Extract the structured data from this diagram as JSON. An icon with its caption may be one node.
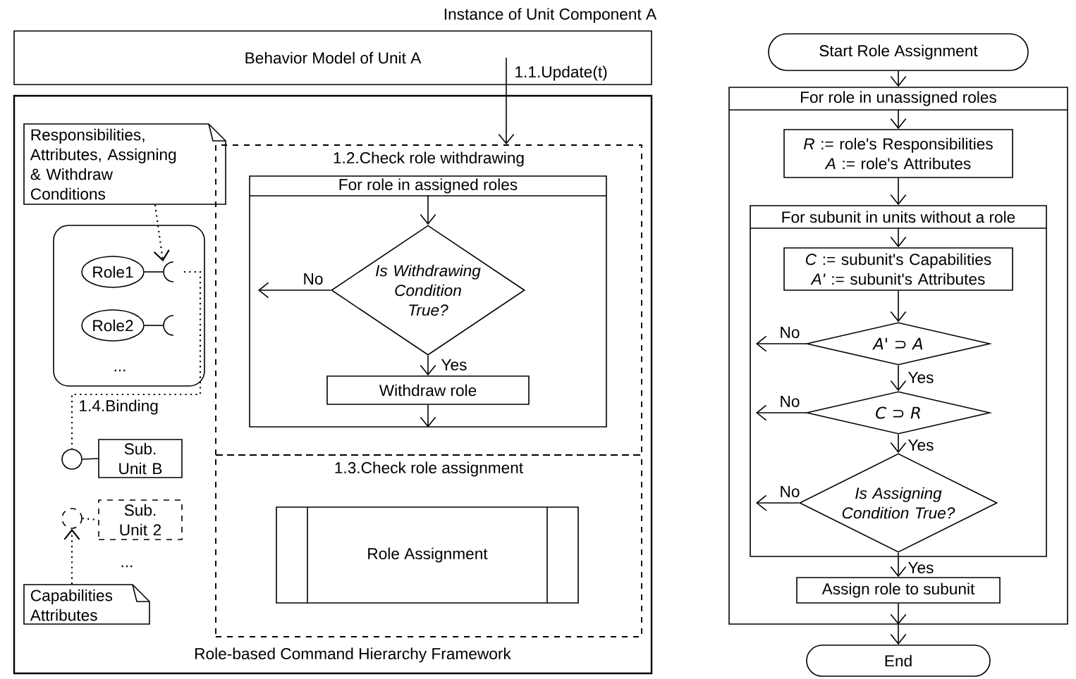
{
  "diagram": {
    "title": "Instance of Unit Component A",
    "nodes": [
      {
        "text": [
          "Behavior Model of Unit A"
        ]
      },
      {
        "text": [
          "Role-based Command Hierarchy Framework"
        ]
      },
      {
        "text": [
          "Responsibilities, Attributes, Assigning & Withdraw Conditions"
        ],
        "in": 1
      },
      {
        "text": [
          "1.2.Check role withdrawing"
        ],
        "in": 1
      },
      {
        "text": [
          "For role in assigned roles"
        ],
        "in": 3
      },
      {
        "text": [
          "Is Withdrawing Condition True?"
        ],
        "in": 4
      },
      {
        "text": [
          "Withdraw role"
        ],
        "in": 4
      },
      {
        "text": [
          "1.3.Check role assignment"
        ],
        "in": 1
      },
      {
        "text": [
          "Role Assignment"
        ],
        "in": 7
      },
      {
        "text": [
          "..."
        ],
        "in": 1
      },
      {
        "text": [
          "Role1"
        ],
        "in": 9
      },
      {
        "text": [
          "Role2"
        ],
        "in": 9
      },
      {
        "text": [
          "Sub. Unit B"
        ],
        "in": 1
      },
      {
        "text": [
          "Sub. Unit 2"
        ],
        "in": 1
      },
      {
        "text": [
          "Capabilities Attributes"
        ],
        "in": 1
      },
      {
        "text": [],
        "shape": "socket",
        "in": 9
      },
      {
        "text": [],
        "shape": "socket",
        "in": 9
      },
      {
        "text": [],
        "shape": "circle",
        "in": 1
      },
      {
        "text": [],
        "shape": "circle",
        "in": 1
      },
      {
        "text": [
          "Start Role Assignment"
        ]
      },
      {
        "text": [
          "For role in unassigned roles"
        ]
      },
      {
        "text": [
          "*R* := role's Responsibilities *A* := role's Attributes"
        ],
        "in": 20
      },
      {
        "text": [
          "For subunit in units without a role"
        ],
        "in": 20
      },
      {
        "text": [
          "*C* := subunit's Capabilities *A'* := subunit's Attributes"
        ],
        "in": 22
      },
      {
        "text": [
          "*A'* ⊃ *A*"
        ],
        "in": 22
      },
      {
        "text": [
          "*C* ⊃ *R*"
        ],
        "in": 22
      },
      {
        "text": [
          "Is Assigning Condition True?"
        ],
        "in": 22
      },
      {
        "text": [
          "Assign role to subunit"
        ],
        "in": 20
      },
      {
        "text": [
          "End"
        ]
      }
    ],
    "edges": [
      {
        "from": 0,
        "to": 3,
        "arrow": "to",
        "label": "1.1.Update(t)"
      },
      {
        "from": 4,
        "to": 5,
        "arrow": "to"
      },
      {
        "from": 5,
        "to": 6,
        "arrow": "to",
        "label": "Yes"
      },
      {
        "from": 6,
        "to": 4,
        "arrow": "to"
      },
      {
        "from": 5,
        "to": null,
        "arrow": "to",
        "label": "No"
      },
      {
        "from": 2,
        "to": 15,
        "arrow": "to",
        "style": "dashed"
      },
      {
        "from": 10,
        "to": 15,
        "arrow": "none"
      },
      {
        "from": 11,
        "to": 16,
        "arrow": "none"
      },
      {
        "from": 15,
        "to": 17,
        "arrow": "none",
        "style": "dashed",
        "label": "1.4.Binding"
      },
      {
        "from": 17,
        "to": 12,
        "arrow": "none"
      },
      {
        "from": 18,
        "to": 13,
        "arrow": "none",
        "style": "dashed"
      },
      {
        "from": 14,
        "to": 18,
        "arrow": "to",
        "style": "dashed"
      },
      {
        "from": 19,
        "to": 20,
        "arrow": "to"
      },
      {
        "from": 20,
        "to": 21,
        "arrow": "to"
      },
      {
        "from": 21,
        "to": 22,
        "arrow": "to"
      },
      {
        "from": 22,
        "to": 23,
        "arrow": "to"
      },
      {
        "from": 23,
        "to": 24,
        "arrow": "to"
      },
      {
        "from": 24,
        "to": 25,
        "arrow": "to",
        "label": "Yes"
      },
      {
        "from": 25,
        "to": 26,
        "arrow": "to",
        "label": "Yes"
      },
      {
        "from": 26,
        "to": 27,
        "arrow": "to",
        "label": "Yes"
      },
      {
        "from": 27,
        "to": 20,
        "arrow": "to"
      },
      {
        "from": 20,
        "to": 28,
        "arrow": "to"
      },
      {
        "from": 24,
        "to": null,
        "arrow": "to",
        "label": "No"
      },
      {
        "from": 25,
        "to": null,
        "arrow": "to",
        "label": "No"
      },
      {
        "from": 26,
        "to": null,
        "arrow": "to",
        "label": "No"
      }
    ],
    "labels": [
      "..."
    ]
  }
}
